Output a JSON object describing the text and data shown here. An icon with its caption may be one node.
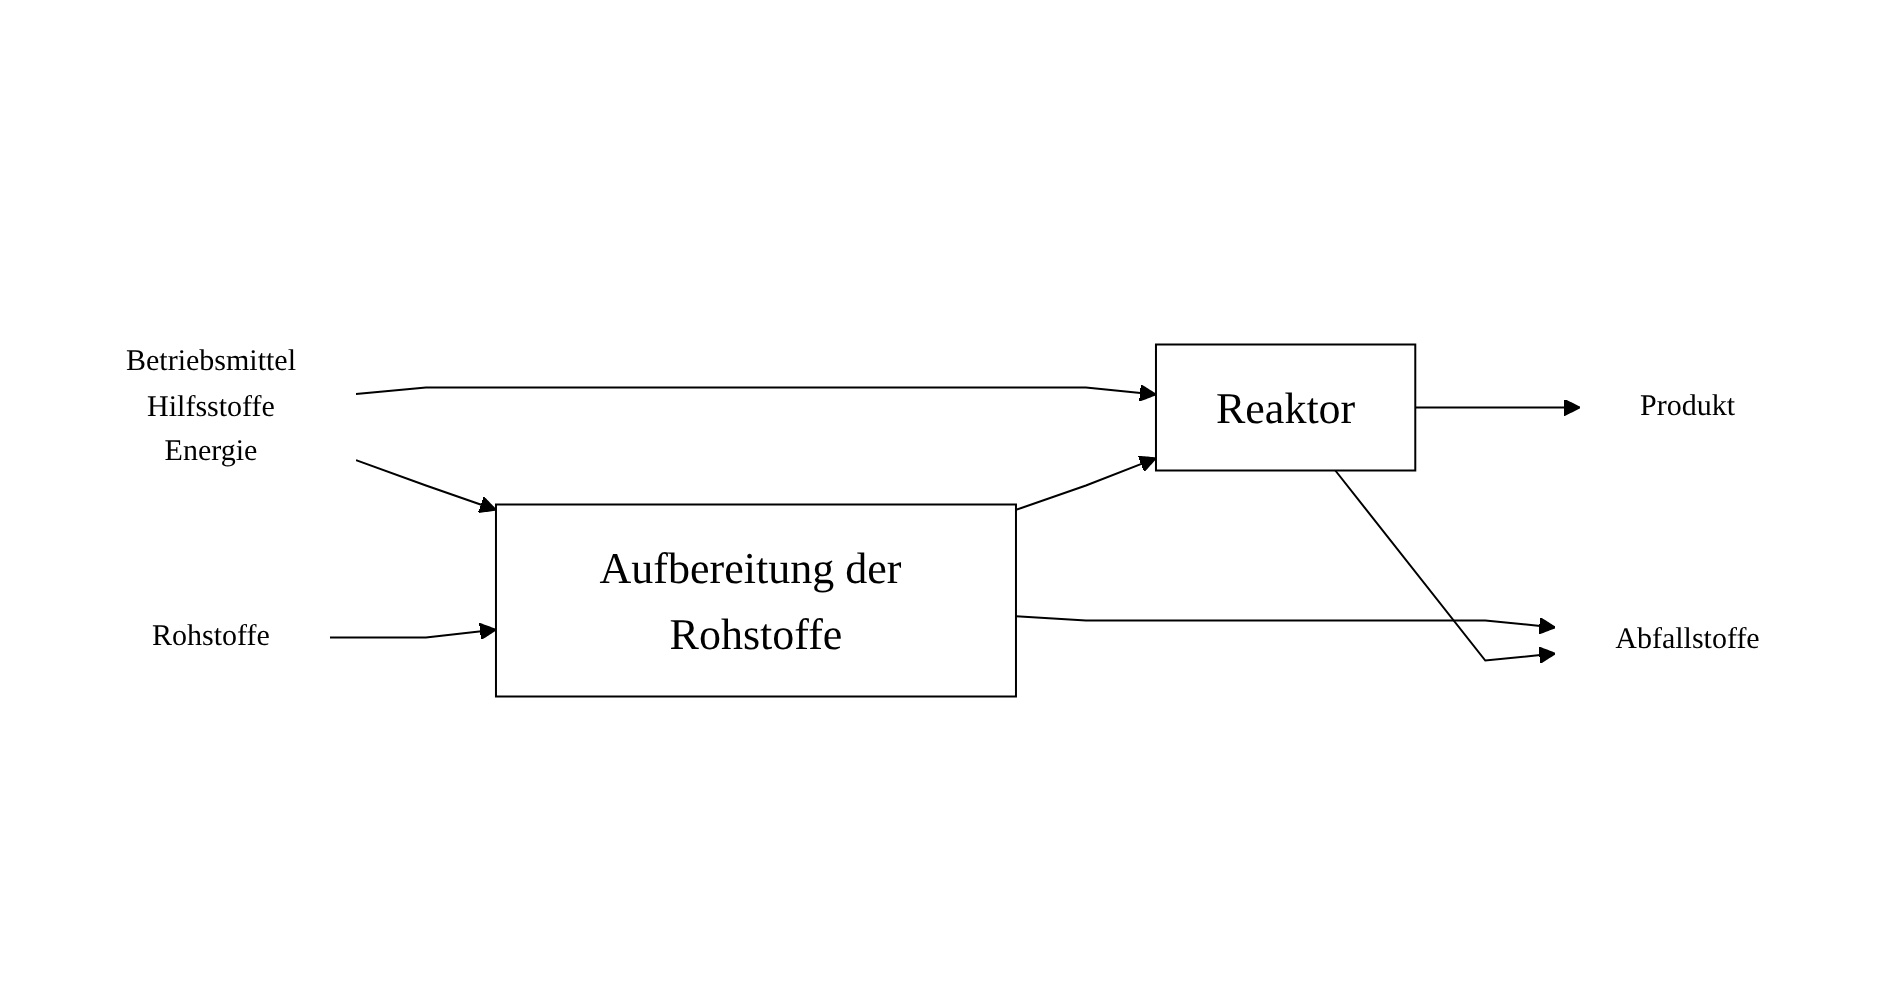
{
  "diagram": {
    "nodes": [
      {
        "text": [
          "Betriebsmittel",
          "Hilfsstoffe",
          "Energie"
        ]
      },
      {
        "text": [
          "Rohstoffe"
        ]
      },
      {
        "text": [
          "Aufbereitung der Rohstoffe"
        ]
      },
      {
        "text": [
          "Reaktor"
        ]
      },
      {
        "text": [
          "Produkt"
        ]
      },
      {
        "text": [
          "Abfallstoffe"
        ]
      }
    ],
    "edges": [
      {
        "from": 0,
        "to": 2,
        "arrow": "to"
      },
      {
        "from": 0,
        "to": 3,
        "arrow": "to"
      },
      {
        "from": 1,
        "to": 2,
        "arrow": "to"
      },
      {
        "from": 2,
        "to": 3,
        "arrow": "to"
      },
      {
        "from": 3,
        "to": 4,
        "arrow": "to"
      },
      {
        "from": 2,
        "to": 5,
        "arrow": "to"
      },
      {
        "from": 3,
        "to": 5,
        "arrow": "to"
      }
    ]
  }
}
